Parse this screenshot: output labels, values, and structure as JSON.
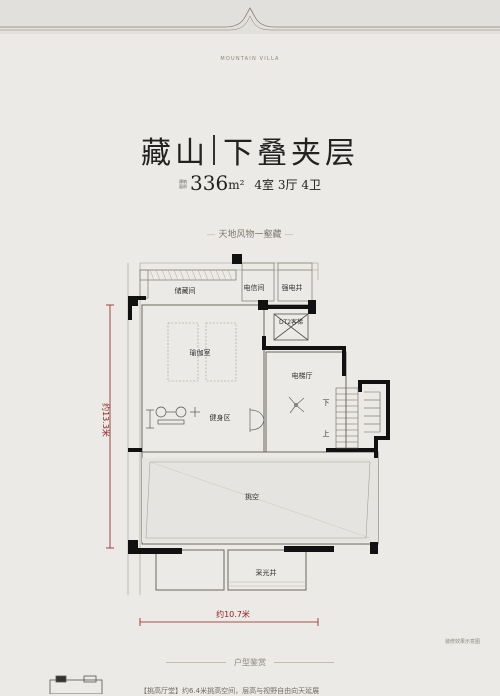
{
  "header": {
    "brand": "MOUNTAIN VILLA",
    "brand_sub": "",
    "title_left": "藏山",
    "title_right": "下叠夹层",
    "area_label_top": "建筑",
    "area_label_bottom": "面积",
    "area_value": "336",
    "area_unit": "m²",
    "rooms": "4室 3厅 4卫",
    "tagline": "天地风物一壑藏"
  },
  "plan": {
    "rooms": {
      "storage": "储藏间",
      "telecom": "电信间",
      "power": "强电井",
      "elevator": "DT2客梯",
      "yoga": "瑜伽室",
      "lift_hall": "电梯厅",
      "gym": "健身区",
      "void": "挑空",
      "lightwell": "采光井"
    },
    "stairs": {
      "down": "下",
      "up": "上"
    },
    "dimensions": {
      "height": "约13.3米",
      "width": "约10.7米"
    }
  },
  "footer": {
    "section_label": "户型鉴赏",
    "note": "装修效果示意图",
    "text": "【挑高厅堂】约6.4米挑高空间，层高与视野自由向天延展"
  },
  "colors": {
    "background": "#eceae6",
    "band": "#e2e0dc",
    "accent_red": "#8b1d1d",
    "wall": "#111111"
  }
}
